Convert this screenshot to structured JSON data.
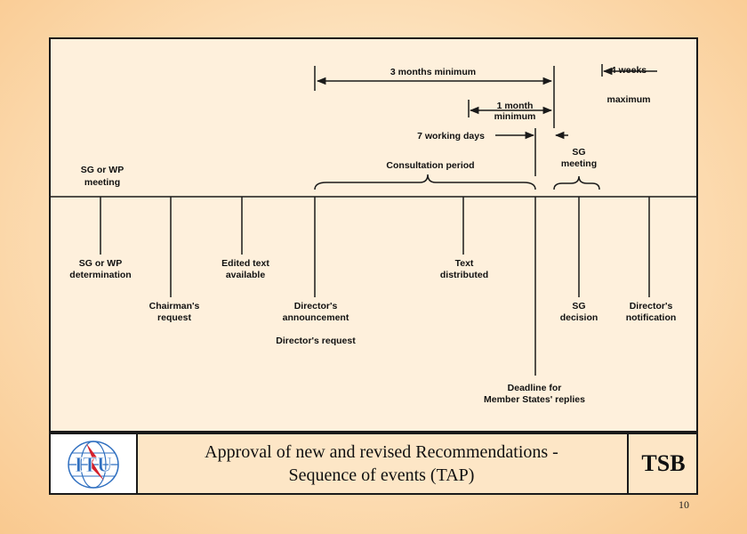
{
  "diagram": {
    "top_events": [
      {
        "id": "sg-wp-meeting",
        "lines": [
          "SG or WP",
          "meeting"
        ]
      },
      {
        "id": "consultation-period",
        "lines": [
          "Consultation period"
        ]
      },
      {
        "id": "sg-meeting",
        "lines": [
          "SG",
          "meeting"
        ]
      }
    ],
    "intervals": [
      {
        "id": "three-months",
        "lines": [
          "3 months minimum"
        ]
      },
      {
        "id": "four-weeks",
        "lines": [
          "4 weeks",
          "maximum"
        ]
      },
      {
        "id": "one-month",
        "lines": [
          "1 month",
          "minimum"
        ]
      },
      {
        "id": "seven-days",
        "lines": [
          "7 working days"
        ]
      }
    ],
    "bottom_events": [
      {
        "id": "sg-wp-determination",
        "lines": [
          "SG or WP",
          "determination"
        ]
      },
      {
        "id": "chairmans-request",
        "lines": [
          "Chairman's",
          "request"
        ]
      },
      {
        "id": "edited-text",
        "lines": [
          "Edited text",
          "available"
        ]
      },
      {
        "id": "directors-announcement",
        "lines": [
          "Director's",
          "announcement"
        ]
      },
      {
        "id": "directors-request",
        "lines": [
          "Director's request"
        ]
      },
      {
        "id": "text-distributed",
        "lines": [
          "Text",
          "distributed"
        ]
      },
      {
        "id": "deadline",
        "lines": [
          "Deadline for",
          "Member States'  replies"
        ]
      },
      {
        "id": "sg-decision",
        "lines": [
          "SG",
          "decision"
        ]
      },
      {
        "id": "directors-notification",
        "lines": [
          "Director's",
          "notification"
        ]
      }
    ]
  },
  "footer": {
    "logo_text": "ITU",
    "title_line1": "Approval of new and revised Recommendations -",
    "title_line2": "Sequence of events (TAP)",
    "org": "TSB"
  },
  "page_number": "10",
  "colors": {
    "background": "#fbd8a8",
    "panel": "#fef0dc",
    "line": "#1a1a1a",
    "logo_blue": "#2f6fc0",
    "logo_red": "#d4202c"
  }
}
